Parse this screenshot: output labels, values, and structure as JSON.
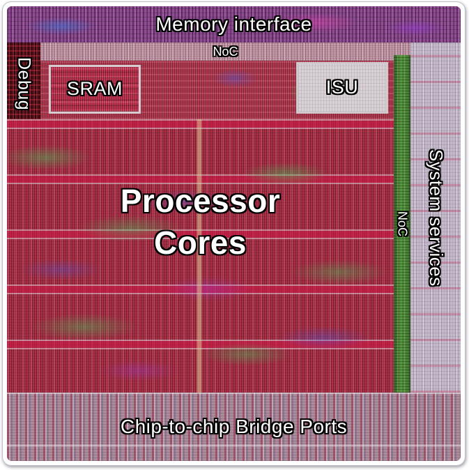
{
  "regions": {
    "memory_interface": {
      "label": "Memory interface"
    },
    "noc_top": {
      "label": "NoC"
    },
    "debug": {
      "label": "Debug"
    },
    "sram": {
      "label": "SRAM"
    },
    "isu": {
      "label": "ISU"
    },
    "processor_cores": {
      "line1": "Processor",
      "line2": "Cores"
    },
    "noc_right": {
      "label": "NoC"
    },
    "system_services": {
      "label": "System services"
    },
    "bridge_ports": {
      "label": "Chip-to-chip Bridge Ports"
    }
  },
  "palette": {
    "core_red": "#ad3148",
    "sram_red": "#c03552",
    "noc_green": "#4e8c38",
    "memory_interface_purple": "#8f4d92",
    "isu_gray": "#d7d2d5",
    "system_services_lavender": "#c3b9c9",
    "debug_dark_red": "#58101c",
    "bridge_mauve": "#ab8c9c",
    "label_text": "#ffffff",
    "label_outline": "#000000"
  }
}
